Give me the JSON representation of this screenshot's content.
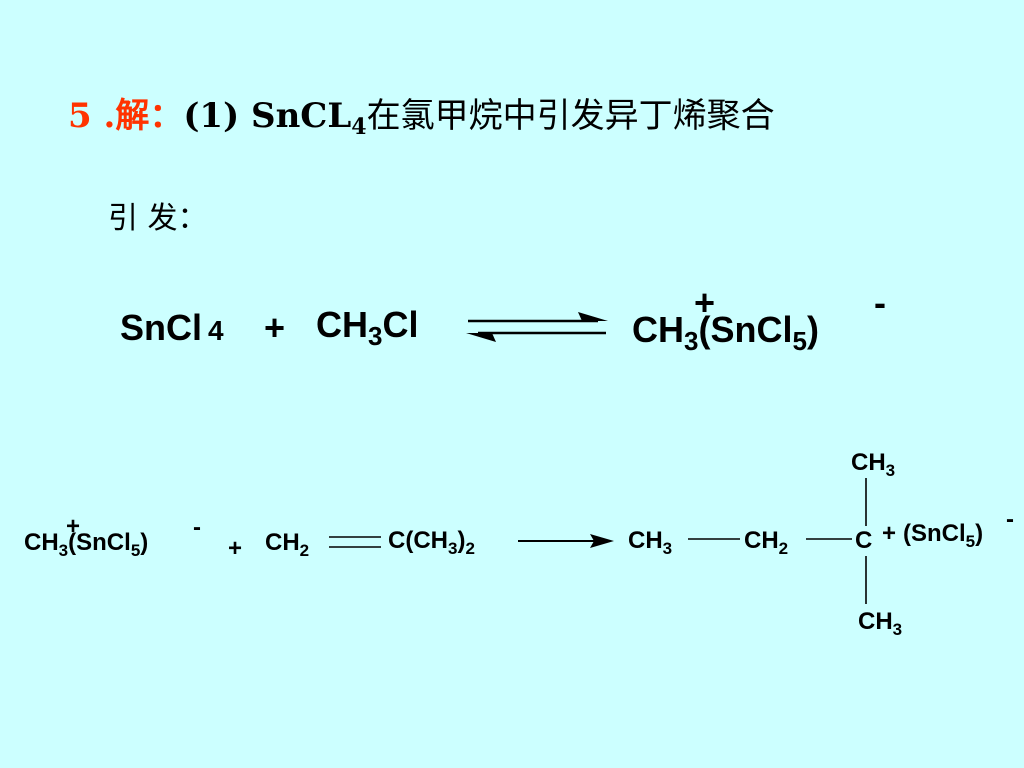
{
  "title": {
    "number": "5 .解：",
    "part_a": "(1) SnCL",
    "part_sub": "4",
    "part_b": "在氯甲烷中引发异丁烯聚合"
  },
  "initiation_label": "引  发：",
  "reaction1": {
    "reactant1": "SnCl",
    "reactant1_sub": "4",
    "plus": "+",
    "reactant2_a": "CH",
    "reactant2_sub": "3",
    "reactant2_b": "Cl",
    "product_a": "CH",
    "product_sub": "3",
    "product_charge": "+",
    "product_b": "(SnCl",
    "product_sub2": "5",
    "product_c": ")",
    "product_anion_charge": "-"
  },
  "reaction2": {
    "initiator_a": "CH",
    "initiator_sub": "3",
    "initiator_charge": "+",
    "initiator_b": "(SnCl",
    "initiator_sub2": "5",
    "initiator_c": ")",
    "initiator_anion_charge": "-",
    "plus": "+",
    "monomer_a": "CH",
    "monomer_sub": "2",
    "monomer_b": "C(CH",
    "monomer_sub2": "3",
    "monomer_c": ")",
    "monomer_sub3": "2",
    "product_ch3": "CH",
    "product_ch3_sub": "3",
    "product_ch2": "CH",
    "product_ch2_sub": "2",
    "product_c": "C",
    "product_plus": "+",
    "product_counter_a": "(SnCl",
    "product_counter_sub": "5",
    "product_counter_b": ")",
    "product_counter_charge": "-",
    "top_methyl": "CH",
    "top_methyl_sub": "3",
    "bottom_methyl": "CH",
    "bottom_methyl_sub": "3"
  }
}
